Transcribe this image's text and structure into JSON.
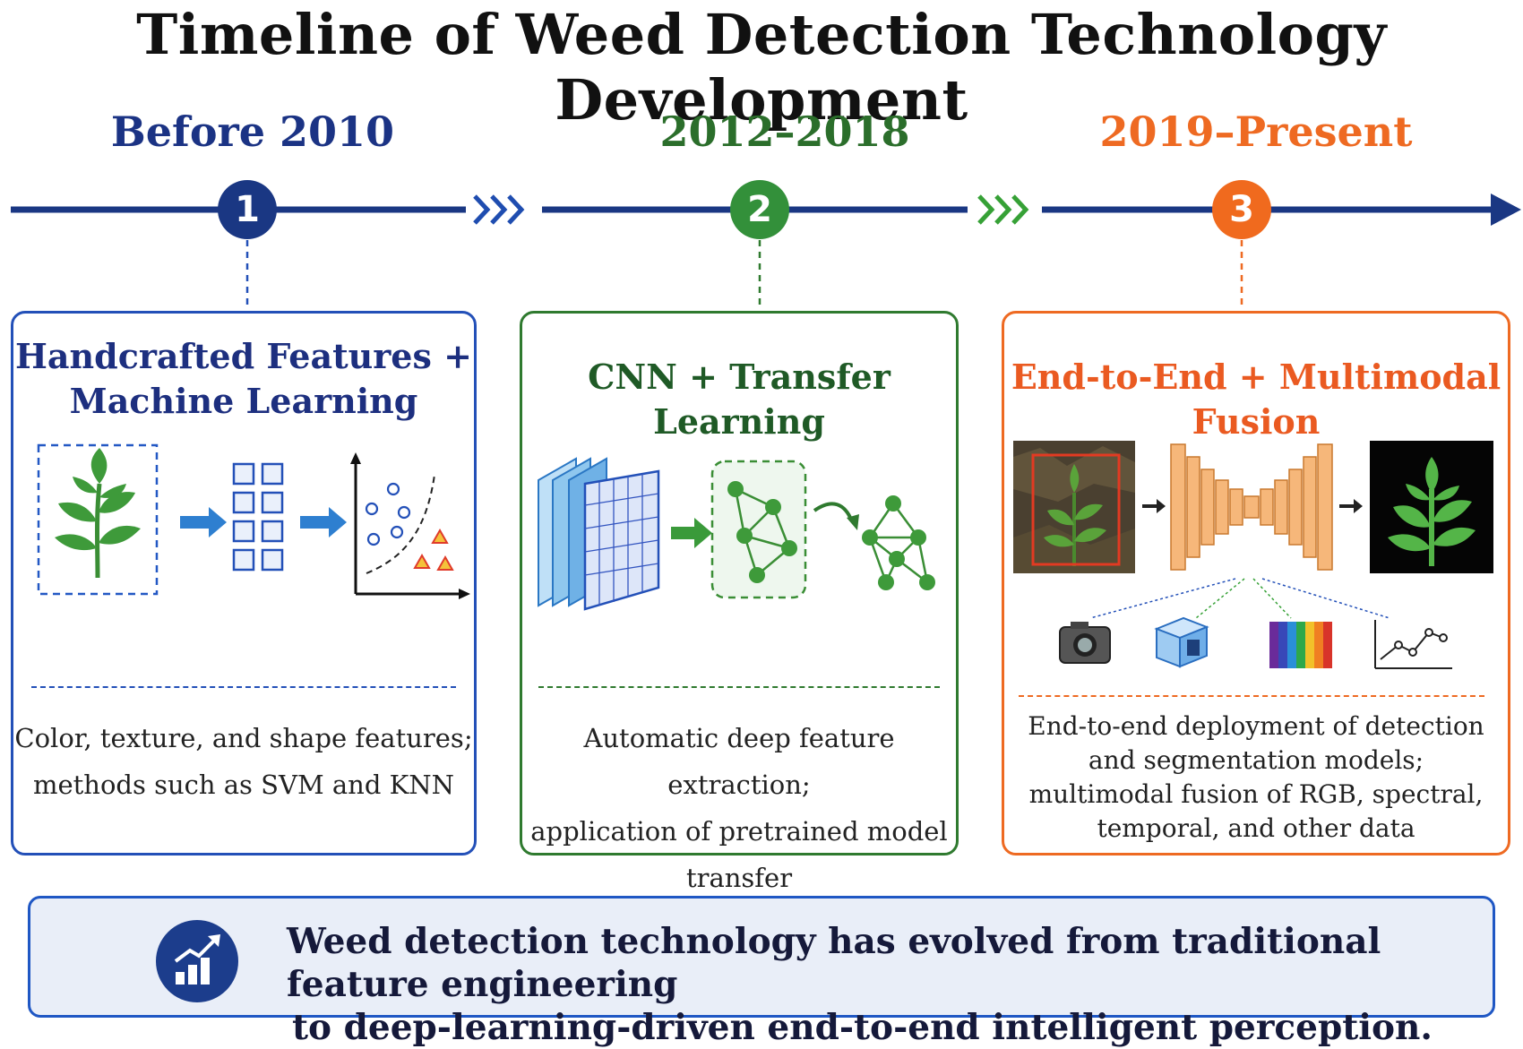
{
  "title": "Timeline of Weed Detection Technology Development",
  "stages": [
    {
      "era": "Before 2010",
      "number": "1",
      "heading_line1": "Handcrafted Features +",
      "heading_line2": "Machine Learning",
      "desc_line1": "Color, texture, and shape features;",
      "desc_line2": "methods such as SVM and KNN",
      "color": "#1a3783"
    },
    {
      "era": "2012–2018",
      "number": "2",
      "heading": "CNN + Transfer Learning",
      "desc_line1": "Automatic deep feature extraction;",
      "desc_line2": "application of pretrained model transfer",
      "color": "#33903a"
    },
    {
      "era": "2019–Present",
      "number": "3",
      "heading": "End-to-End + Multimodal Fusion",
      "desc_line1": "End-to-end deployment of detection",
      "desc_line2": "and segmentation models;",
      "desc_line3": "multimodal fusion of RGB, spectral,",
      "desc_line4": "temporal, and other data",
      "color": "#f06a1e"
    }
  ],
  "icons": {
    "stage1": [
      "plant-icon",
      "feature-grid-icon",
      "classifier-scatter-icon"
    ],
    "stage2": [
      "cnn-feature-maps-icon",
      "network-graph-icon",
      "transferred-network-icon"
    ],
    "stage3": [
      "field-image-icon",
      "encoder-decoder-icon",
      "segmentation-mask-icon",
      "camera-icon",
      "depth-cube-icon",
      "spectral-bands-icon",
      "temporal-chart-icon"
    ]
  },
  "summary": {
    "line1": "Weed detection technology has evolved from traditional feature engineering",
    "line2": "to deep-learning-driven end-to-end intelligent perception.",
    "icon": "trend-chart-icon"
  }
}
